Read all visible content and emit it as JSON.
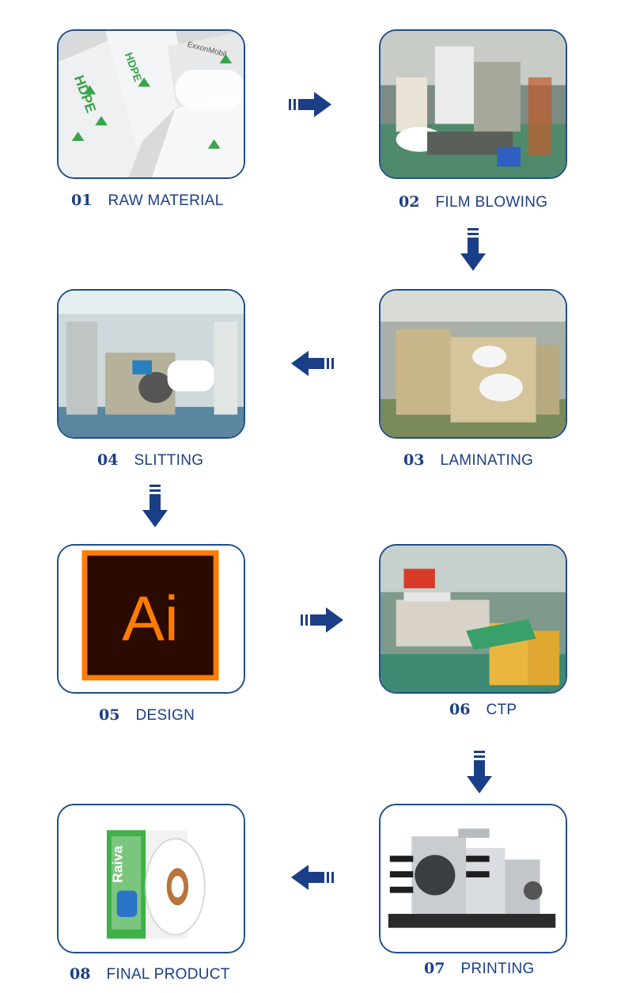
{
  "steps": [
    {
      "num": "01",
      "name": "RAW MATERIAL"
    },
    {
      "num": "02",
      "name": "FILM BLOWING"
    },
    {
      "num": "03",
      "name": "LAMINATING"
    },
    {
      "num": "04",
      "name": "SLITTING"
    },
    {
      "num": "05",
      "name": "DESIGN"
    },
    {
      "num": "06",
      "name": "CTP"
    },
    {
      "num": "07",
      "name": "PRINTING"
    },
    {
      "num": "08",
      "name": "FINAL PRODUCT"
    }
  ],
  "photo_text": {
    "bag_brand": "ExxonMobil",
    "bag_grade": "HDPE",
    "ai_logo": "Ai",
    "roll_brand": "Raiva"
  },
  "colors": {
    "accent": "#1b3f86",
    "card_border": "#1f4e8c",
    "ai_orange": "#ff7c00",
    "ai_background": "#2b0a00"
  },
  "icons": {
    "arrow_right": "arrow-right-icon",
    "arrow_left": "arrow-left-icon",
    "arrow_down": "arrow-down-icon"
  }
}
